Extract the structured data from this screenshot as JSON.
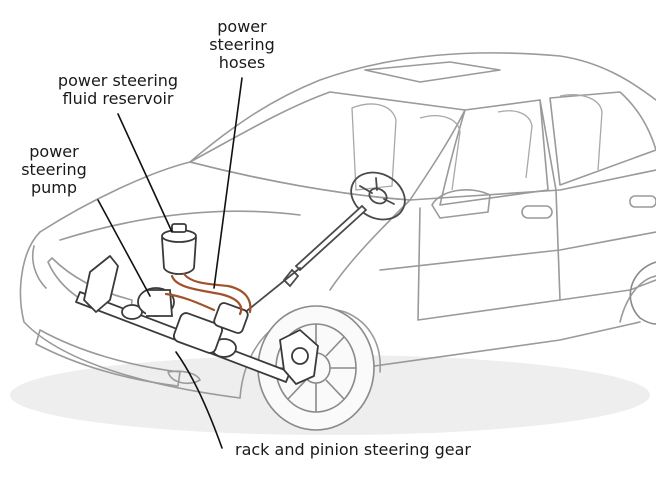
{
  "labels": {
    "hoses": [
      "power",
      "steering",
      "hoses"
    ],
    "reservoir": [
      "power steering",
      "fluid reservoir"
    ],
    "pump": [
      "power",
      "steering",
      "pump"
    ],
    "rack": "rack and pinion steering gear"
  },
  "colors": {
    "outline": "#9a9a9a",
    "components": "#4a4a4a",
    "hoses": "#a0522d",
    "leader": "#111111",
    "shadow": "#e6e6e6"
  }
}
